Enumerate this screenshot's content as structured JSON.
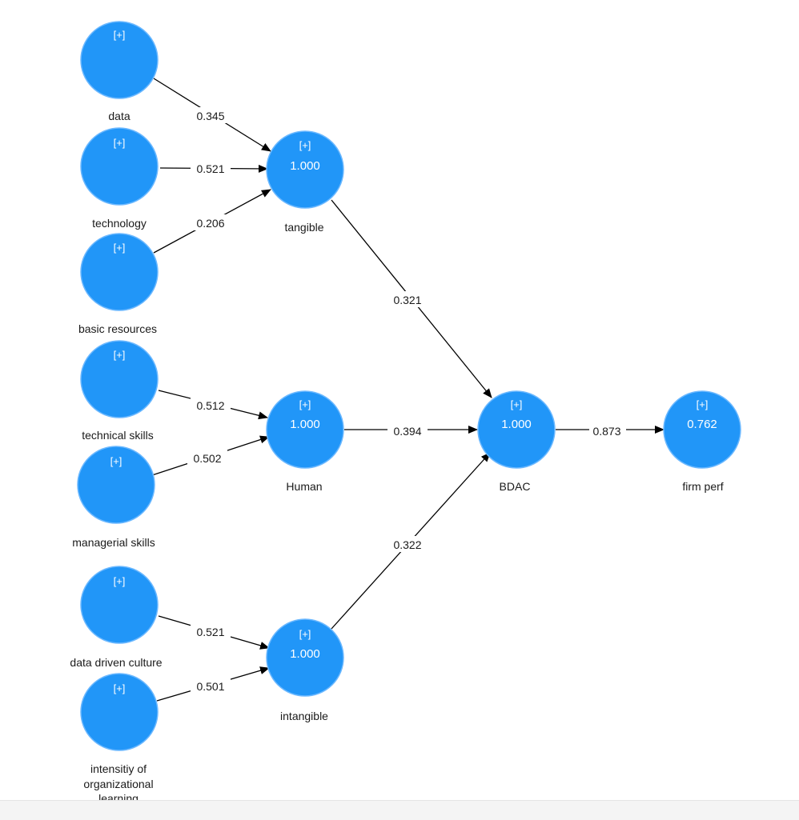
{
  "nodes": {
    "data": {
      "expand": "[+]",
      "value": "",
      "label": [
        "data"
      ]
    },
    "technology": {
      "expand": "[+]",
      "value": "",
      "label": [
        "technology"
      ]
    },
    "basic_resources": {
      "expand": "[+]",
      "value": "",
      "label": [
        "basic resources"
      ]
    },
    "technical_skills": {
      "expand": "[+]",
      "value": "",
      "label": [
        "technical skills"
      ]
    },
    "managerial_skills": {
      "expand": "[+]",
      "value": "",
      "label": [
        "managerial skills"
      ]
    },
    "data_driven_culture": {
      "expand": "[+]",
      "value": "",
      "label": [
        "data driven culture"
      ]
    },
    "intensity_org_learning": {
      "expand": "[+]",
      "value": "",
      "label": [
        "intensitiy of",
        "organizational",
        "learning"
      ]
    },
    "tangible": {
      "expand": "[+]",
      "value": "1.000",
      "label": [
        "tangible"
      ]
    },
    "human": {
      "expand": "[+]",
      "value": "1.000",
      "label": [
        "Human"
      ]
    },
    "intangible": {
      "expand": "[+]",
      "value": "1.000",
      "label": [
        "intangible"
      ]
    },
    "bdac": {
      "expand": "[+]",
      "value": "1.000",
      "label": [
        "BDAC"
      ]
    },
    "firm_perf": {
      "expand": "[+]",
      "value": "0.762",
      "label": [
        "firm perf"
      ]
    }
  },
  "paths": {
    "data_to_tangible": "0.345",
    "technology_to_tangible": "0.521",
    "basic_resources_to_tangible": "0.206",
    "technical_skills_to_human": "0.512",
    "managerial_skills_to_human": "0.502",
    "data_driven_culture_to_intangible": "0.521",
    "intensity_to_intangible": "0.501",
    "tangible_to_bdac": "0.321",
    "human_to_bdac": "0.394",
    "intangible_to_bdac": "0.322",
    "bdac_to_firm_perf": "0.873"
  },
  "colors": {
    "node_fill": "#2196f8",
    "node_stroke": "#6bb8ff",
    "edge": "#000000"
  }
}
